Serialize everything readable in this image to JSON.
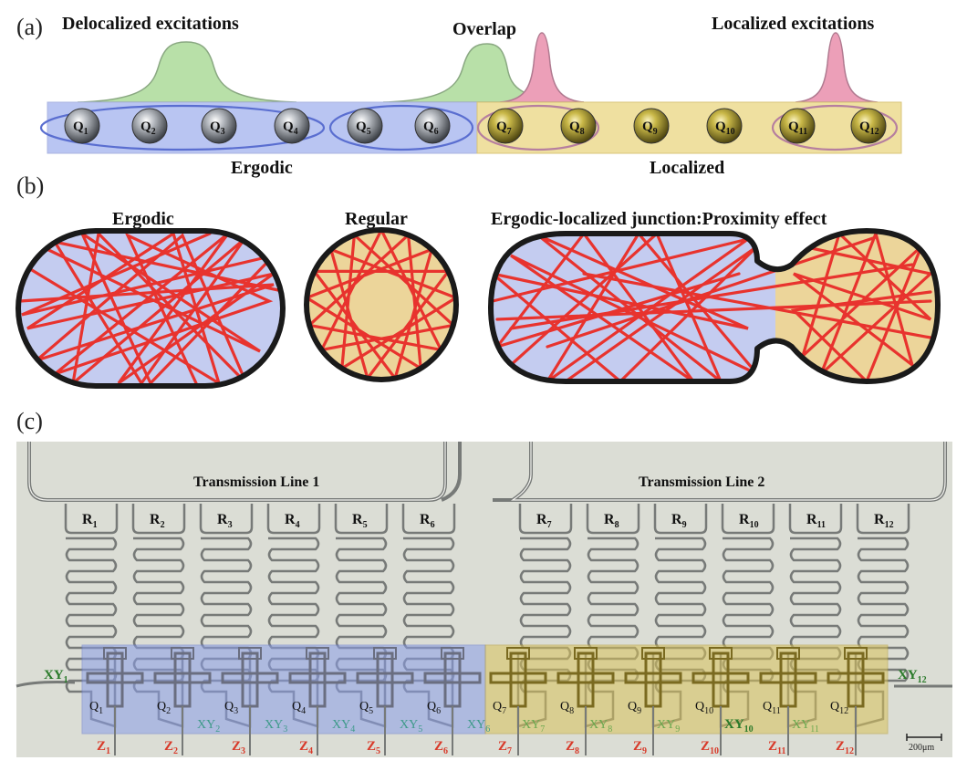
{
  "panels": {
    "a": "(a)",
    "b": "(b)",
    "c": "(c)"
  },
  "panel_a": {
    "delocalized": "Delocalized excitations",
    "overlap": "Overlap",
    "localized_exc": "Localized excitations",
    "ergodic": "Ergodic",
    "localized": "Localized",
    "qubits": [
      {
        "base": "Q",
        "sub": "1"
      },
      {
        "base": "Q",
        "sub": "2"
      },
      {
        "base": "Q",
        "sub": "3"
      },
      {
        "base": "Q",
        "sub": "4"
      },
      {
        "base": "Q",
        "sub": "5"
      },
      {
        "base": "Q",
        "sub": "6"
      },
      {
        "base": "Q",
        "sub": "7"
      },
      {
        "base": "Q",
        "sub": "8"
      },
      {
        "base": "Q",
        "sub": "9"
      },
      {
        "base": "Q",
        "sub": "10"
      },
      {
        "base": "Q",
        "sub": "11"
      },
      {
        "base": "Q",
        "sub": "12"
      }
    ],
    "colors": {
      "ergodic_band": "#b9c5f2",
      "localized_band": "#efe0a0",
      "green_peak": "#b8e0a8",
      "pink_peak": "#ec9fb8"
    }
  },
  "panel_b": {
    "ergodic": "Ergodic",
    "regular": "Regular",
    "junction": "Ergodic-localized junction:Proximity effect",
    "colors": {
      "ergodic_fill": "#c4ccf0",
      "regular_fill": "#ecd59a",
      "trajectory": "#e8332e"
    }
  },
  "panel_c": {
    "tl1": "Transmission Line 1",
    "tl2": "Transmission Line 2",
    "resonators": [
      "1",
      "2",
      "3",
      "4",
      "5",
      "6",
      "7",
      "8",
      "9",
      "10",
      "11",
      "12"
    ],
    "r_base": "R",
    "q_base": "Q",
    "xy_base": "XY",
    "z_base": "Z",
    "xy_left": "1",
    "xy_right": "12",
    "xy_bottom": [
      "2",
      "3",
      "4",
      "5",
      "6",
      "7",
      "8",
      "9",
      "10",
      "11"
    ],
    "z_labels": [
      "1",
      "2",
      "3",
      "4",
      "5",
      "6",
      "7",
      "8",
      "9",
      "10",
      "11",
      "12"
    ],
    "scale": "200μm",
    "colors": {
      "chip_bg": "#dedfd8",
      "left_region": "#8a9ee8",
      "right_region": "#d9c25a"
    }
  }
}
